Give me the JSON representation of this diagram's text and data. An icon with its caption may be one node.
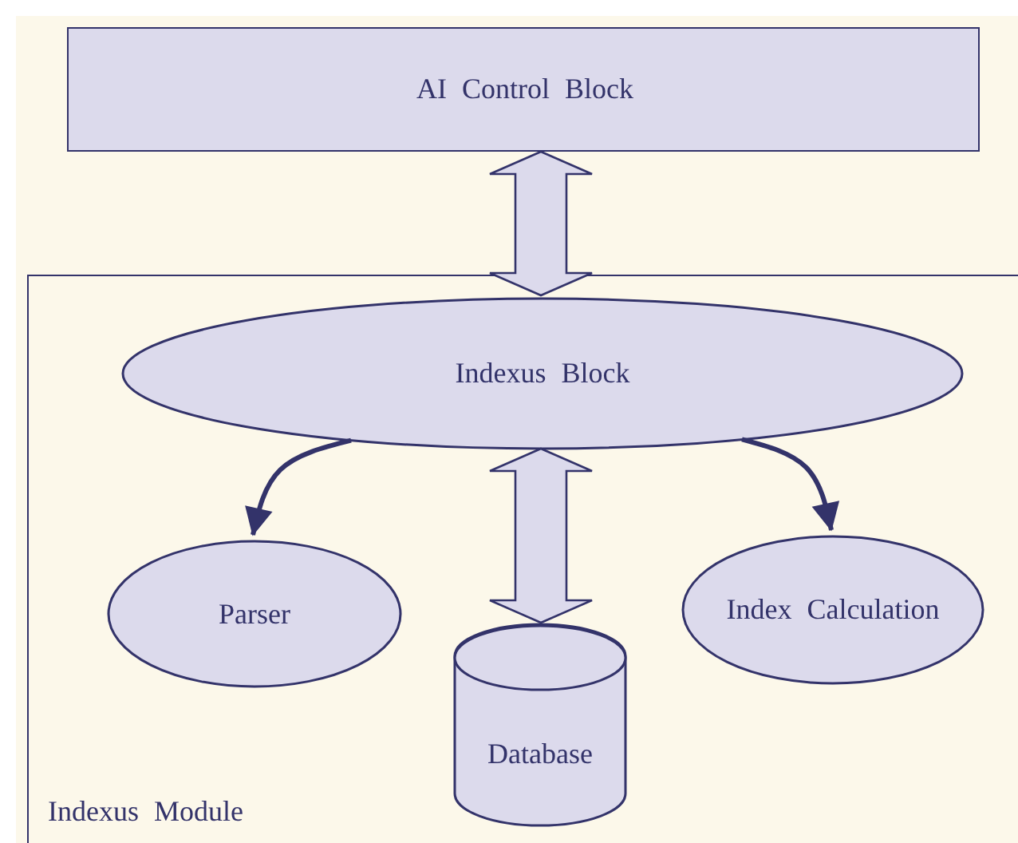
{
  "diagram": {
    "nodes": [
      {
        "text": [
          "AI Control Block"
        ]
      },
      {
        "text": [
          "Indexus Module"
        ]
      },
      {
        "text": [
          "Indexus Block"
        ],
        "in": 1
      },
      {
        "text": [
          "Parser"
        ],
        "in": 1
      },
      {
        "text": [
          "Database"
        ],
        "in": 1
      },
      {
        "text": [
          "Index Calculation"
        ],
        "in": 1
      }
    ],
    "edges": [
      {
        "from": 0,
        "to": 2,
        "arrow": "both",
        "style": "thick"
      },
      {
        "from": 2,
        "to": 3,
        "arrow": "to"
      },
      {
        "from": 2,
        "to": 4,
        "arrow": "both",
        "style": "thick"
      },
      {
        "from": 2,
        "to": 5,
        "arrow": "to"
      }
    ]
  }
}
